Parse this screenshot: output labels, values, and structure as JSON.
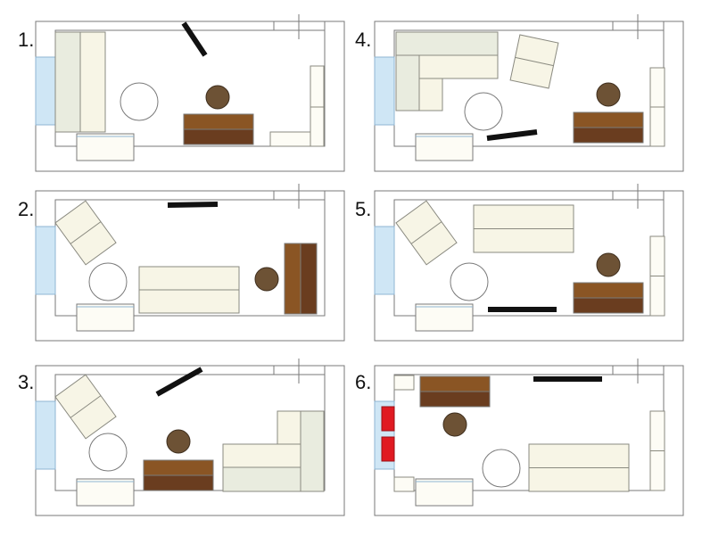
{
  "labels": [
    "1.",
    "2.",
    "3.",
    "4.",
    "5.",
    "6."
  ],
  "colors": {
    "wall": "#7a7a7a",
    "window": "#cfe6f5",
    "window_edge": "#8fb6d3",
    "sofa_light": "#f7f5e6",
    "sofa_shadow": "#e9ecdf",
    "sofa_edge": "#8a8a80",
    "cabinet_top": "#8a5524",
    "cabinet_front": "#6a3d1f",
    "lamp": "#6d5235",
    "tv": "#111111",
    "table": "#ffffff",
    "red_seat": "#e01a22"
  },
  "icons": [
    "floorplan-room-icon",
    "sofa-icon",
    "armchair-icon",
    "round-table-icon",
    "cabinet-icon",
    "lamp-icon",
    "tv-icon",
    "window-icon",
    "radiator-icon",
    "red-seat-icon"
  ]
}
